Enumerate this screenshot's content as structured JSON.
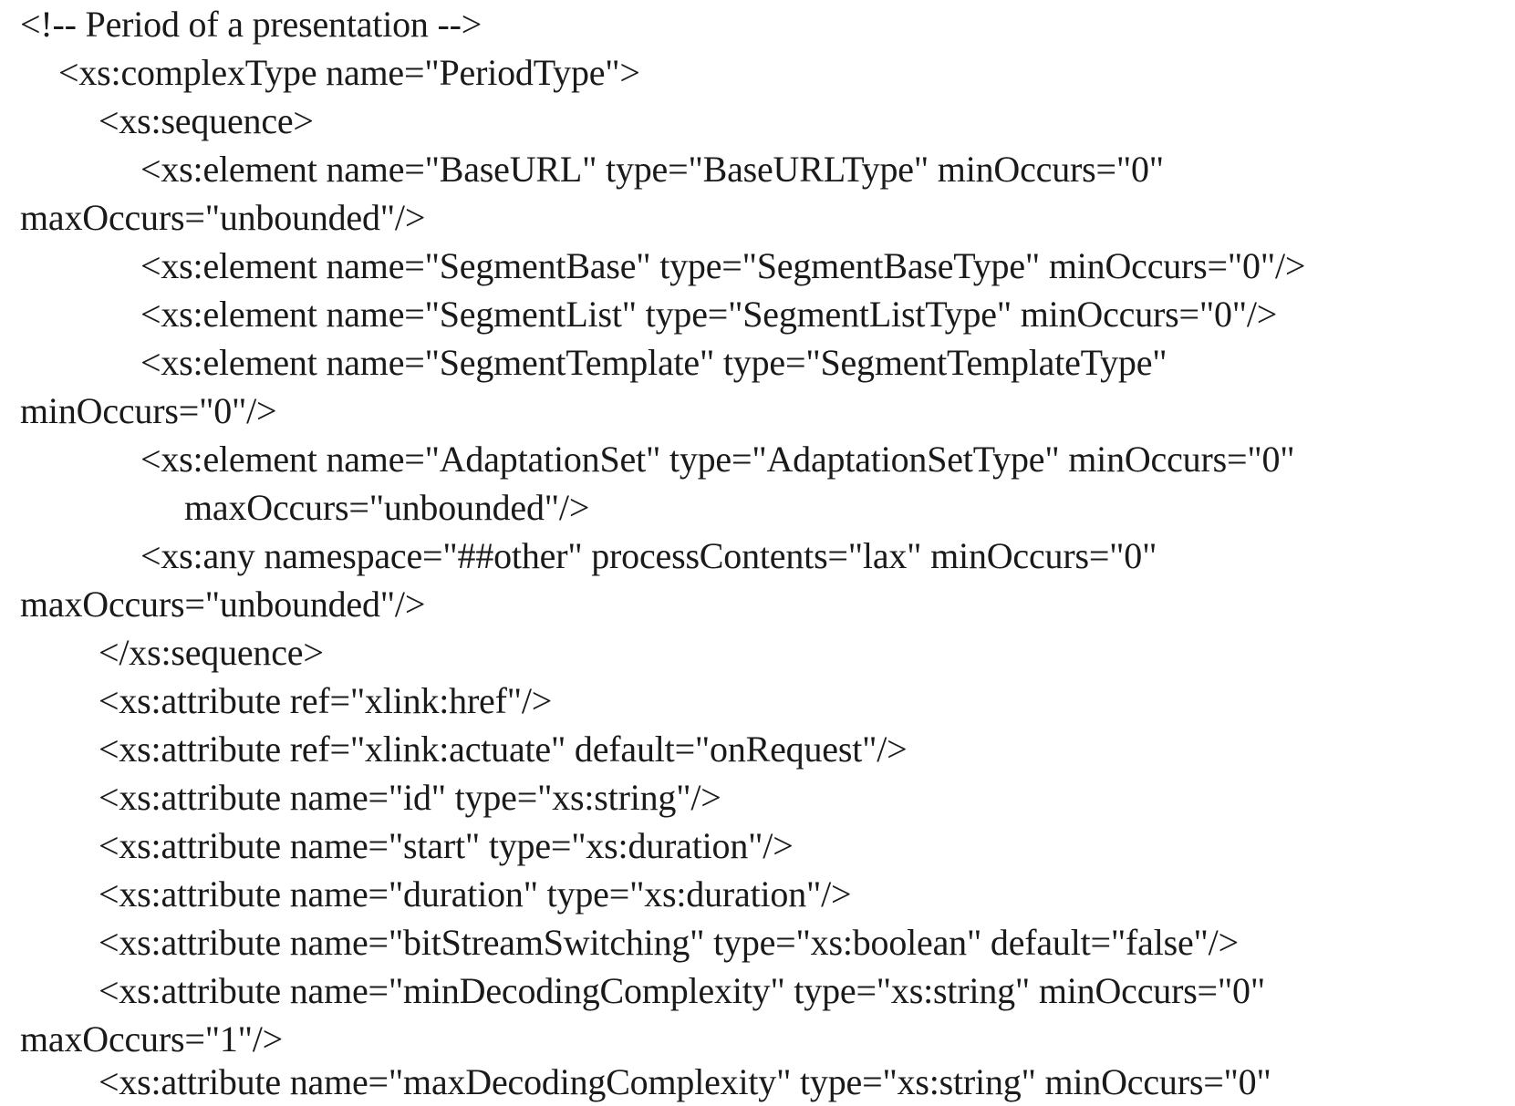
{
  "document": {
    "lines": [
      "<!-- Period of a presentation -->",
      "<xs:complexType name=\"PeriodType\">",
      "<xs:sequence>",
      "<xs:element name=\"BaseURL\" type=\"BaseURLType\" minOccurs=\"0\"",
      "maxOccurs=\"unbounded\"/>",
      "<xs:element name=\"SegmentBase\" type=\"SegmentBaseType\" minOccurs=\"0\"/>",
      "<xs:element name=\"SegmentList\" type=\"SegmentListType\" minOccurs=\"0\"/>",
      "<xs:element name=\"SegmentTemplate\" type=\"SegmentTemplateType\"",
      "minOccurs=\"0\"/>",
      "<xs:element name=\"AdaptationSet\" type=\"AdaptationSetType\" minOccurs=\"0\"",
      "maxOccurs=\"unbounded\"/>",
      "<xs:any namespace=\"##other\" processContents=\"lax\" minOccurs=\"0\"",
      "maxOccurs=\"unbounded\"/>",
      "</xs:sequence>",
      "<xs:attribute ref=\"xlink:href\"/>",
      "<xs:attribute ref=\"xlink:actuate\" default=\"onRequest\"/>",
      "<xs:attribute name=\"id\" type=\"xs:string\"/>",
      "<xs:attribute name=\"start\" type=\"xs:duration\"/>",
      "<xs:attribute name=\"duration\" type=\"xs:duration\"/>",
      "<xs:attribute name=\"bitStreamSwitching\" type=\"xs:boolean\" default=\"false\"/>",
      "<xs:attribute name=\"minDecodingComplexity\" type=\"xs:string\" minOccurs=\"0\"",
      "maxOccurs=\"1\"/>",
      "<xs:attribute name=\"maxDecodingComplexity\" type=\"xs:string\" minOccurs=\"0\""
    ]
  }
}
